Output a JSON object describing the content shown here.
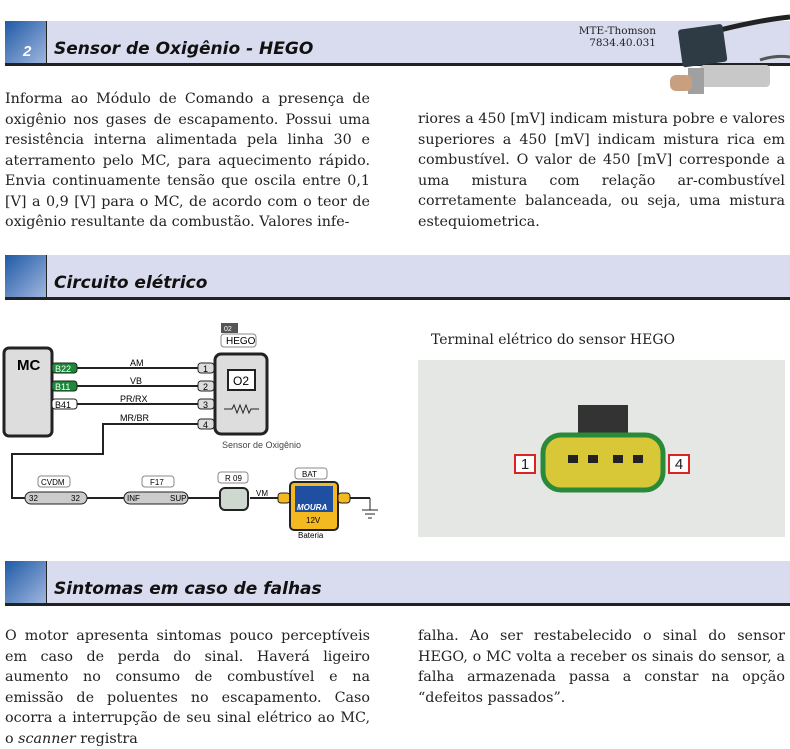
{
  "header": {
    "number": "2",
    "title": "Sensor de Oxigênio - HEGO",
    "brand": "MTE-Thomson",
    "part_number": "7834.40.031"
  },
  "intro": {
    "col1": "Informa ao Módulo de Comando a presença de oxigênio nos gases de escapamento. Possui uma resistência interna alimentada pela linha 30 e aterramento pelo MC, para aquecimento rápido. Envia continuamente tensão que oscila entre 0,1 [V] a 0,9 [V] para o MC, de acordo com o teor de oxigênio resultante da combustão. Valores infe-",
    "col2": "riores a 450 [mV] indicam mistura pobre e valores superiores a 450 [mV] indicam mistura rica em combustível. O valor de 450 [mV] corresponde a uma mistura com relação ar-combustível corretamente balanceada, ou seja, uma mistura estequiometrica."
  },
  "circuit": {
    "title": "Circuito elétrico",
    "mc": "MC",
    "pins": [
      "B22",
      "B11",
      "B41"
    ],
    "wires": [
      "AM",
      "VB",
      "PR/RX",
      "MR/BR"
    ],
    "sensor_code": "02",
    "sensor_tag": "HEGO",
    "sensor_pins": [
      "1",
      "2",
      "3",
      "4"
    ],
    "o2": "O2",
    "sensor_label": "Sensor de Oxigênio",
    "cvdm": "CVDM",
    "cvdm_pin": "32",
    "fuse": "F17",
    "inf": "INF",
    "sup": "SUP",
    "relay": "R 09",
    "vm": "VM",
    "bat": "BAT",
    "bat_brand": "MOURA",
    "bat_voltage": "12V",
    "bat_label": "Bateria"
  },
  "terminal": {
    "caption": "Terminal elétrico do sensor HEGO",
    "left": "1",
    "right": "4"
  },
  "symptoms": {
    "title": "Sintomas em caso de falhas",
    "col1": "O motor apresenta sintomas pouco perceptíveis em caso de perda do sinal. Haverá ligeiro aumento no consumo de combustível e na emissão de poluentes no escapamento. Caso ocorra a interrupção de seu sinal elétrico ao MC, o",
    "col1_em": "scanner",
    "col1_end": " registra",
    "col2": "falha. Ao ser restabelecido o sinal do sensor HEGO, o MC volta a receber os sinais do sensor, a falha armazenada passa a constar na opção “defeitos passados”."
  }
}
